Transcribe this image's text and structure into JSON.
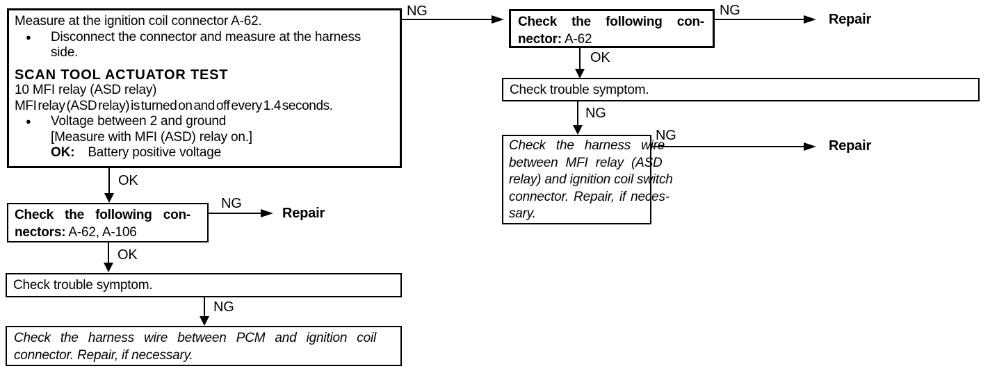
{
  "labels": {
    "ng": "NG",
    "ok": "OK",
    "repair": "Repair"
  },
  "bullet": "●",
  "boxes": {
    "measure": {
      "line1": "Measure at the ignition coil connector A-62.",
      "bullet1": "Disconnect the connector and measure at the harness",
      "bullet1_cont": "side.",
      "heading": "SCAN TOOL ACTUATOR TEST",
      "item": "10 MFI relay (ASD relay)",
      "desc": "MFI relay (ASD relay) is turned on and off every 1.4 seconds.",
      "bullet2": "Voltage between 2 and ground",
      "note": "[Measure with MFI (ASD) relay on.]",
      "ok_label": "OK:",
      "ok_value": "Battery positive voltage"
    },
    "connectors_left": {
      "line1": "Check the following con-",
      "line2_bold": "nectors:",
      "line2_rest": "A-62, A-106"
    },
    "symptom_left": {
      "text": "Check trouble symptom."
    },
    "harness_left": {
      "line1": "Check the harness wire between PCM and ignition coil",
      "line2": "connector. Repair, if necessary."
    },
    "connector_right": {
      "line1": "Check the following con-",
      "line2_bold": "nector:",
      "line2_rest": "A-62"
    },
    "symptom_right": {
      "text": "Check trouble symptom."
    },
    "harness_right": {
      "line1": "Check the harness wire",
      "line2": "between MFI relay (ASD",
      "line3": "relay) and ignition coil switch",
      "line4": "connector. Repair, if neces-",
      "line5": "sary."
    }
  }
}
